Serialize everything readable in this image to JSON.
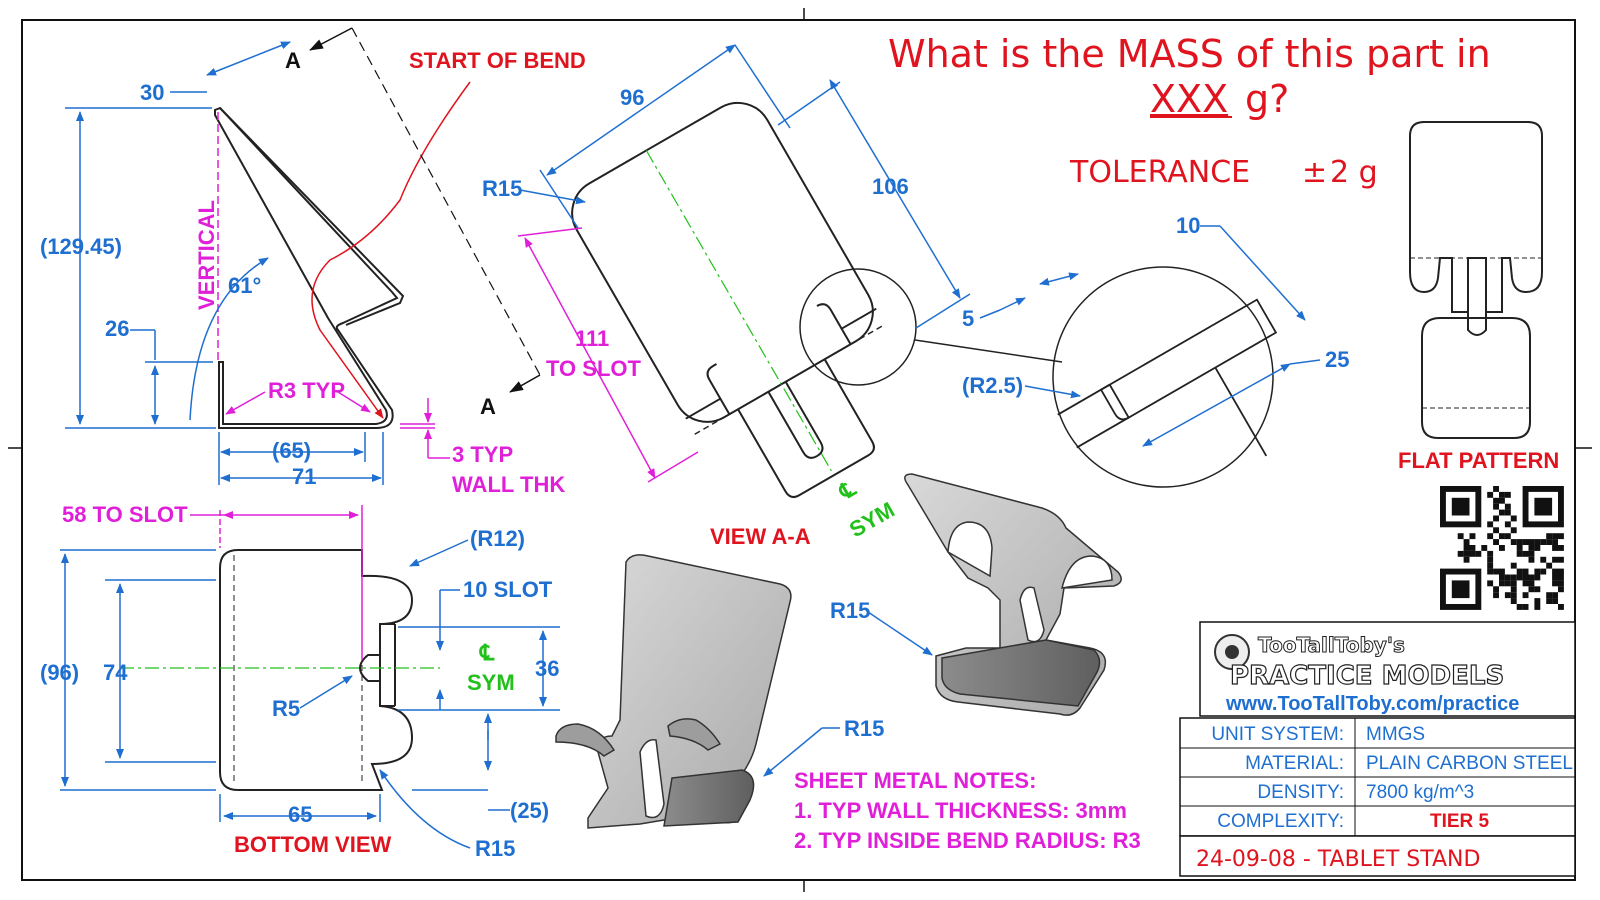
{
  "title": {
    "line1": "What is the MASS of this part in",
    "line2_xxx": "XXX",
    "line2_unit": "g?"
  },
  "tolerance": {
    "label": "TOLERANCE",
    "pm": "±",
    "value": "2 g"
  },
  "side_view": {
    "dim_30": "30",
    "dim_12945": "(129.45)",
    "dim_26": "26",
    "vertical": "VERTICAL",
    "angle": "61°",
    "r3_typ": "R3 TYP",
    "dim_65": "(65)",
    "dim_71": "71",
    "three_typ": "3 TYP",
    "wall_thk": "WALL THK",
    "start_of_bend": "START OF BEND",
    "section_a_top": "A",
    "section_a_bottom": "A"
  },
  "view_aa": {
    "dim_96": "96",
    "dim_106": "106",
    "r15": "R15",
    "dim_111": "111",
    "to_slot": "TO SLOT",
    "label": "VIEW A-A",
    "cl": "℄",
    "sym": "SYM"
  },
  "detail": {
    "dim_10": "10",
    "dim_5": "5",
    "r25": "(R2.5)",
    "dim_25": "25"
  },
  "bottom_view": {
    "to_slot_58": "58 TO SLOT",
    "r12": "(R12)",
    "slot_10": "10 SLOT",
    "cl": "℄",
    "sym": "SYM",
    "dim_96": "(96)",
    "dim_74": "74",
    "dim_36": "36",
    "r5": "R5",
    "dim_25": "(25)",
    "dim_65": "65",
    "label": "BOTTOM VIEW",
    "r15": "R15"
  },
  "iso": {
    "r15_top": "R15",
    "r15_bottom": "R15"
  },
  "notes": {
    "heading": "SHEET METAL NOTES:",
    "items": [
      "1.  TYP WALL THICKNESS:  3mm",
      "2.  TYP INSIDE BEND RADIUS: R3"
    ]
  },
  "flat_pattern": {
    "label": "FLAT PATTERN"
  },
  "title_block": {
    "brand": "TooTallToby's",
    "brand_sub": "PRACTICE MODELS",
    "url": "www.TooTallToby.com/practice",
    "rows": [
      {
        "label": "UNIT SYSTEM:",
        "value": "MMGS"
      },
      {
        "label": "MATERIAL:",
        "value": "PLAIN CARBON STEEL"
      },
      {
        "label": "DENSITY:",
        "value": "7800 kg/m^3"
      },
      {
        "label": "COMPLEXITY:",
        "value": "TIER 5"
      }
    ],
    "part_name": "24-09-08 - TABLET STAND"
  },
  "colors": {
    "dimension": "#1f6fd1",
    "magenta": "#e020d8",
    "red": "#e0141e",
    "green": "#22c01a"
  }
}
